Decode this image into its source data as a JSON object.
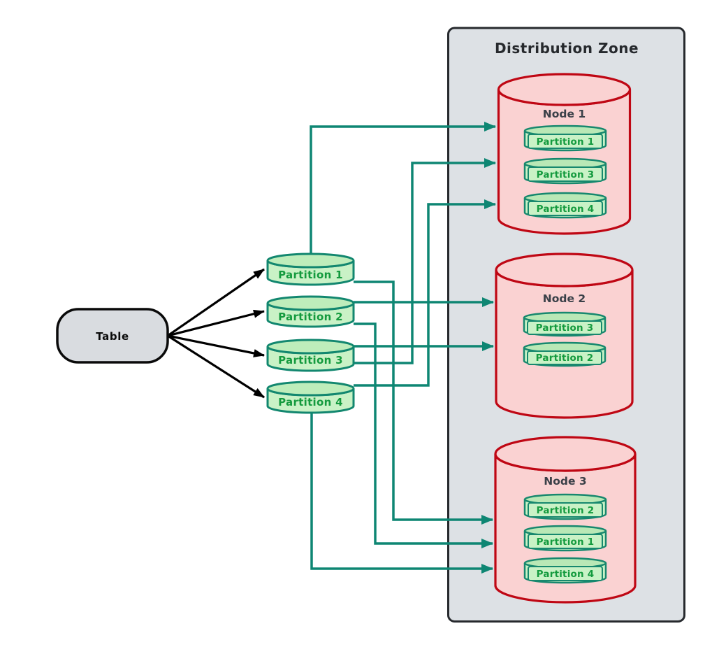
{
  "diagram": {
    "zone_title": "Distribution Zone",
    "table_label": "Table",
    "partitions": [
      "Partition 1",
      "Partition 2",
      "Partition 3",
      "Partition 4"
    ],
    "nodes": [
      {
        "label": "Node 1",
        "partitions": [
          "Partition 1",
          "Partition 3",
          "Partition 4"
        ]
      },
      {
        "label": "Node 2",
        "partitions": [
          "Partition 3",
          "Partition 2"
        ]
      },
      {
        "label": "Node 3",
        "partitions": [
          "Partition 2",
          "Partition 1",
          "Partition 4"
        ]
      }
    ],
    "connections": {
      "table_to_partitions": [
        {
          "from": "Table",
          "to": "Partition 1"
        },
        {
          "from": "Table",
          "to": "Partition 2"
        },
        {
          "from": "Table",
          "to": "Partition 3"
        },
        {
          "from": "Table",
          "to": "Partition 4"
        }
      ],
      "partition_to_node": [
        {
          "from": "Partition 1",
          "to": "Node 1"
        },
        {
          "from": "Partition 3",
          "to": "Node 1"
        },
        {
          "from": "Partition 4",
          "to": "Node 1"
        },
        {
          "from": "Partition 2",
          "to": "Node 2"
        },
        {
          "from": "Partition 3",
          "to": "Node 2"
        },
        {
          "from": "Partition 1",
          "to": "Node 3"
        },
        {
          "from": "Partition 2",
          "to": "Node 3"
        },
        {
          "from": "Partition 4",
          "to": "Node 3"
        }
      ]
    },
    "colors": {
      "connector_teal": "#0E8673",
      "node_border_red": "#BF0714",
      "node_fill_pink": "#FAD2D2",
      "partition_fill_green": "#C9F2C6",
      "partition_border_teal": "#12876F",
      "partition_text_green": "#149A3E",
      "zone_fill_gray": "#DDE1E5",
      "zone_border_dark": "#26292D",
      "table_fill_gray": "#D9DCE0",
      "edge_black": "#000000"
    }
  }
}
